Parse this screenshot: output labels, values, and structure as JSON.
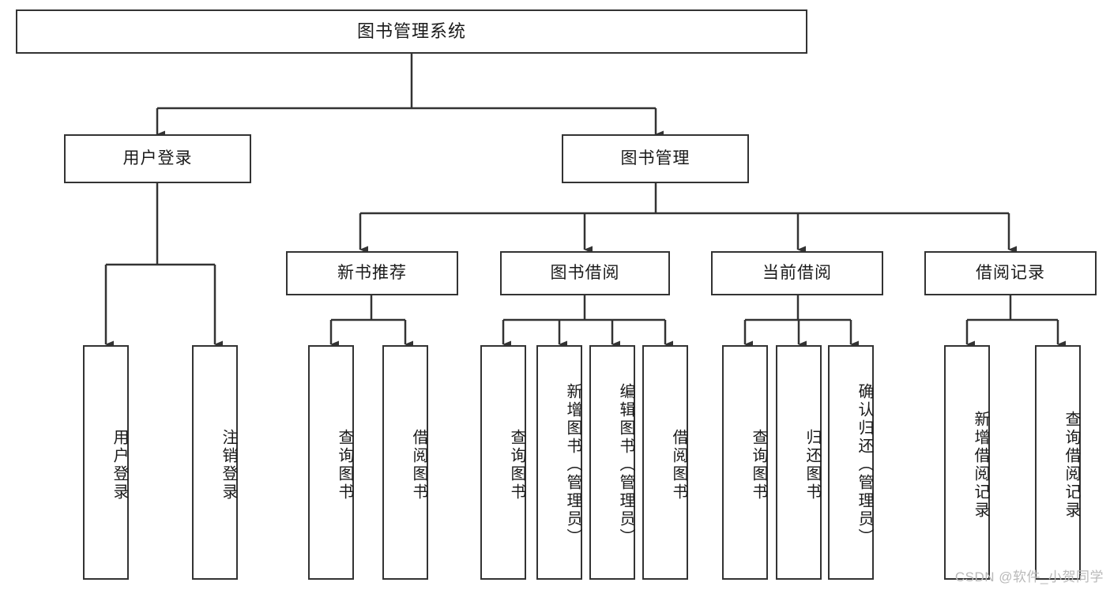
{
  "diagram": {
    "title": "图书管理系统",
    "type": "tree-hierarchy-chart",
    "watermark": "CSDN @软件_小贺同学",
    "colors": {
      "node_border": "#333333",
      "node_fill": "#ffffff",
      "edge": "#333333",
      "text": "#1a1a1a",
      "watermark": "#b9b9b9",
      "background": "#ffffff"
    },
    "levels": {
      "level1": {
        "label": "图书管理系统"
      },
      "level2": [
        {
          "label": "用户登录"
        },
        {
          "label": "图书管理"
        }
      ],
      "level3": [
        {
          "label": "新书推荐"
        },
        {
          "label": "图书借阅"
        },
        {
          "label": "当前借阅"
        },
        {
          "label": "借阅记录"
        }
      ],
      "leaves": {
        "user_login": [
          {
            "label": "用户登录"
          },
          {
            "label": "注销登录"
          }
        ],
        "new_book_recommend": [
          {
            "label": "查询图书"
          },
          {
            "label": "借阅图书"
          }
        ],
        "book_borrow": [
          {
            "label": "查询图书"
          },
          {
            "label": "新增图书（管理员）"
          },
          {
            "label": "编辑图书（管理员）"
          },
          {
            "label": "借阅图书"
          }
        ],
        "current_borrow": [
          {
            "label": "查询图书"
          },
          {
            "label": "归还图书"
          },
          {
            "label": "确认归还（管理员）"
          }
        ],
        "borrow_record": [
          {
            "label": "新增借阅记录"
          },
          {
            "label": "查询借阅记录"
          }
        ]
      }
    }
  }
}
